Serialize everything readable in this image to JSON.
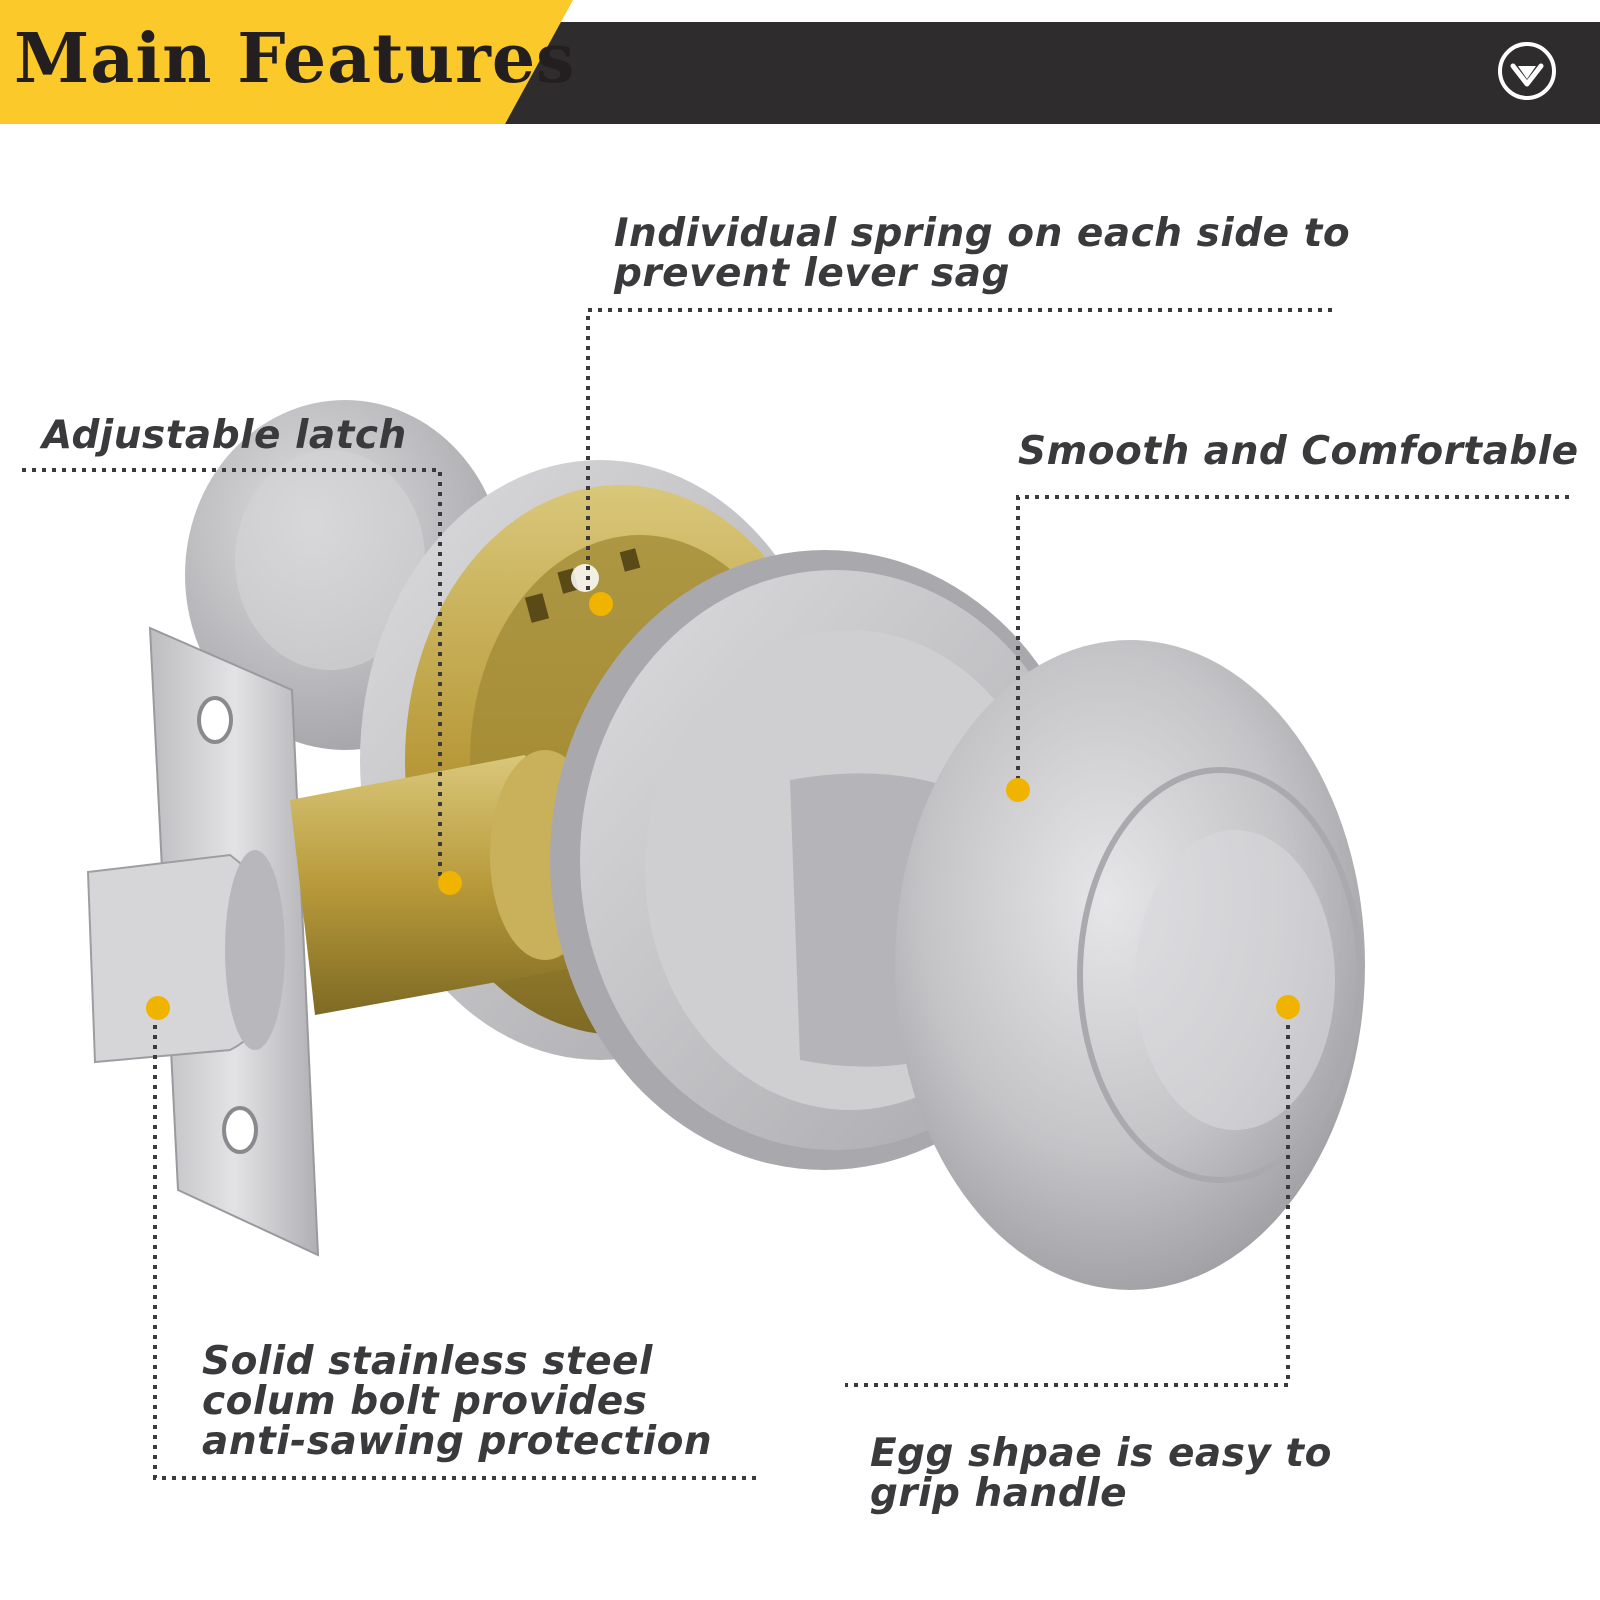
{
  "header": {
    "title": "Main Features",
    "accent_color": "#fcc92a",
    "bar_color": "#2f2c2d",
    "chevron_icon": "chevron-down-circle-icon"
  },
  "product": {
    "image": "door-knob-with-latch",
    "finish_color": "#c7c7c9",
    "brass_color": "#b89a3a",
    "marker_color": "#f0b400"
  },
  "callouts": {
    "spring": {
      "lines": [
        "Individual spring on each side to",
        "prevent lever sag"
      ]
    },
    "latch": {
      "lines": [
        "Adjustable latch"
      ]
    },
    "smooth": {
      "lines": [
        "Smooth and Comfortable"
      ]
    },
    "bolt": {
      "lines": [
        "Solid stainless steel",
        "colum  bolt provides",
        "anti-sawing protection"
      ]
    },
    "egg": {
      "lines": [
        "Egg shpae is easy to",
        "grip handle"
      ]
    }
  }
}
